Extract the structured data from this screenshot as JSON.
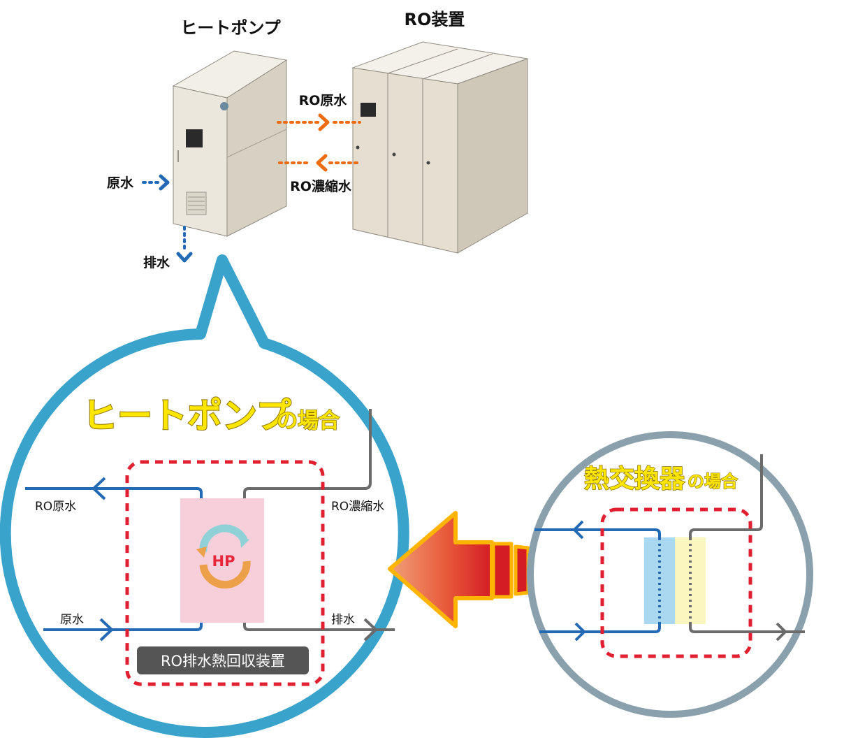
{
  "top": {
    "heat_pump_title": "ヒートポンプ",
    "ro_unit_title": "RO装置",
    "ro_raw_water": "RO原水",
    "ro_concentrate": "RO濃縮水",
    "raw_water": "原水",
    "drain": "排水"
  },
  "hp_bubble": {
    "title_main": "ヒートポンプ",
    "title_suffix": "の場合",
    "ro_raw_water": "RO原水",
    "ro_concentrate": "RO濃縮水",
    "raw_water": "原水",
    "drain": "排水",
    "hp_label": "HP",
    "device_label": "RO排水熱回収装置"
  },
  "hx_circle": {
    "title_main": "熱交換器",
    "title_suffix": "の場合"
  },
  "colors": {
    "bubble_outline": "#3aa3cc",
    "hx_outline": "#8aa0ad",
    "title_yellow": "#ffe600",
    "dash_red": "#e02030",
    "pipe_blue": "#2369b4",
    "pipe_gray": "#6b6b6b",
    "flow_orange": "#ee6b10",
    "hp_pink": "#f6cfdb",
    "hx_blue": "#a9d8f0",
    "hx_yellow": "#fbf6c0"
  }
}
